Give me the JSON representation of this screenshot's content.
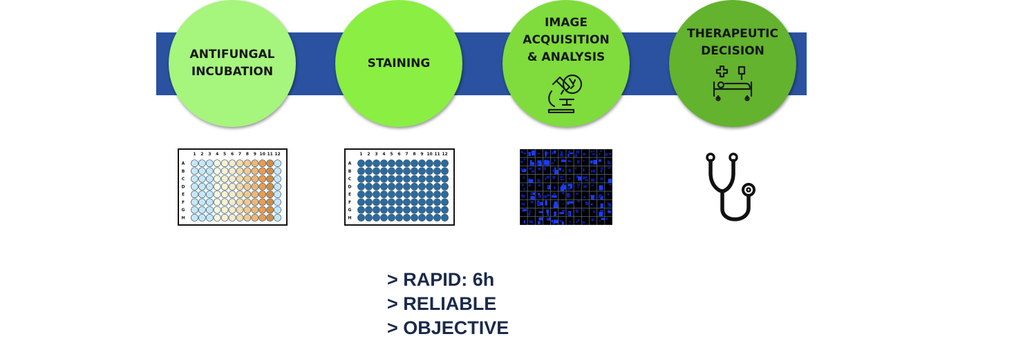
{
  "colors": {
    "band": "#2a52a0",
    "step1": "#a6f57d",
    "step2": "#8aee43",
    "step3": "#7fdc3c",
    "step4": "#63b32e",
    "plate_blue": "#2d6a9b",
    "benefit_text": "#1b2a4a"
  },
  "steps": [
    {
      "label": "ANTIFUNGAL\nINCUBATION"
    },
    {
      "label": "STAINING"
    },
    {
      "label": "IMAGE\nACQUISITION\n& ANALYSIS",
      "icon": "microscope-icon"
    },
    {
      "label": "THERAPEUTIC\nDECISION",
      "icon": "hospital-bed-icon"
    }
  ],
  "plates": {
    "columns": [
      "1",
      "2",
      "3",
      "4",
      "5",
      "6",
      "7",
      "8",
      "9",
      "10",
      "11",
      "12"
    ],
    "rows": [
      "A",
      "B",
      "C",
      "D",
      "E",
      "F",
      "G",
      "H"
    ]
  },
  "decision_icon": "stethoscope-icon",
  "benefits": [
    "> RAPID: 6h",
    "> RELIABLE",
    "> OBJECTIVE"
  ]
}
